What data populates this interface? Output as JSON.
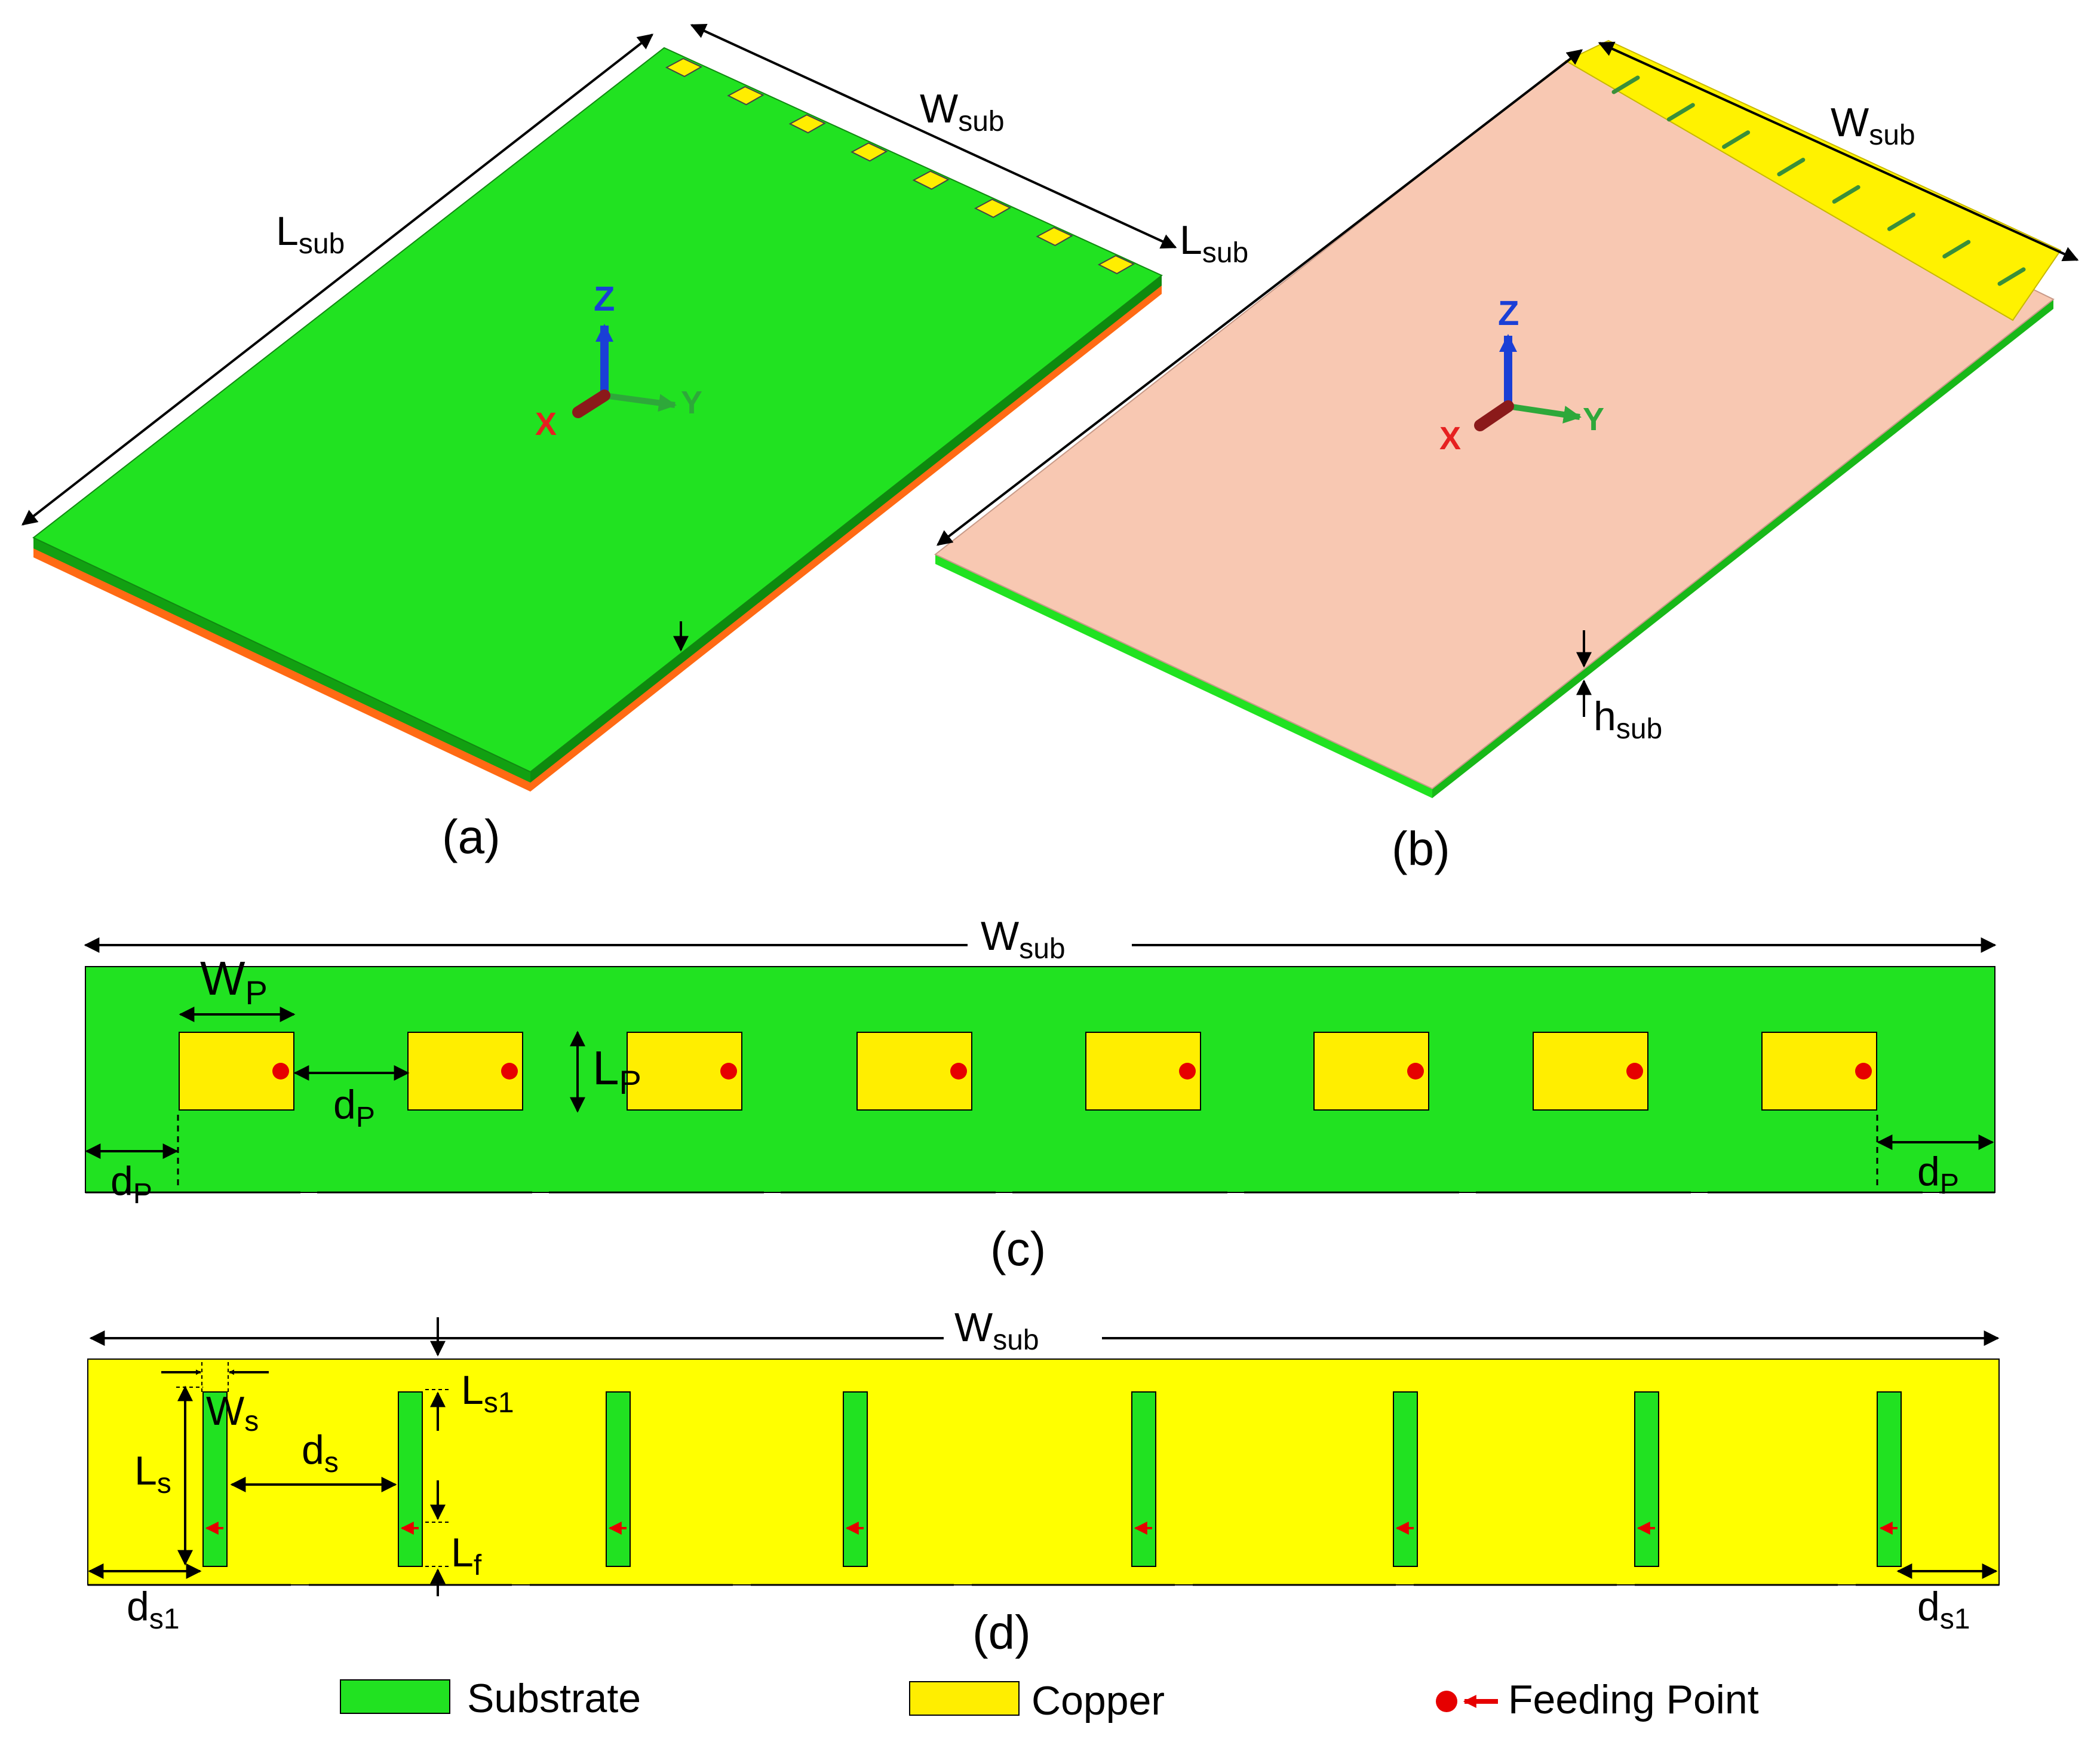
{
  "panel_a": {
    "caption": "(a)",
    "dim_length": {
      "main": "L",
      "sub": "sub"
    },
    "dim_width": {
      "main": "W",
      "sub": "sub"
    },
    "dim_length_2": {
      "main": "L",
      "sub": "sub"
    },
    "axes": {
      "z": "Z",
      "y": "Y",
      "x": "X"
    },
    "patch_count": 8,
    "colors": {
      "top": "#21e221",
      "side": "#12a012",
      "copper_edge": "#ff6a14",
      "patch": "#ffee00"
    }
  },
  "panel_b": {
    "caption": "(b)",
    "dim_width": {
      "main": "W",
      "sub": "sub"
    },
    "dim_height": {
      "main": "h",
      "sub": "sub"
    },
    "axes": {
      "z": "Z",
      "y": "Y",
      "x": "X"
    },
    "slot_count": 8,
    "colors": {
      "top": "#f8c8b2",
      "strip": "#fff200",
      "edge": "#21e221"
    }
  },
  "panel_c": {
    "caption": "(c)",
    "dim_width": {
      "main": "W",
      "sub": "sub"
    },
    "dim_patch_width": {
      "main": "W",
      "sub": "P"
    },
    "dim_patch_length": {
      "main": "L",
      "sub": "P"
    },
    "dim_spacing": {
      "main": "d",
      "sub": "P"
    },
    "dim_edge_left": {
      "main": "d",
      "sub": "P"
    },
    "dim_edge_right": {
      "main": "d",
      "sub": "P"
    },
    "patch_count": 8,
    "colors": {
      "substrate": "#21e221",
      "patch": "#ffee00",
      "feed": "#e60000"
    }
  },
  "panel_d": {
    "caption": "(d)",
    "dim_width": {
      "main": "W",
      "sub": "sub"
    },
    "dim_slot_width": {
      "main": "W",
      "sub": "s"
    },
    "dim_slot_length": {
      "main": "L",
      "sub": "s"
    },
    "dim_top_gap": {
      "main": "L",
      "sub": "s1"
    },
    "dim_feed": {
      "main": "L",
      "sub": "f"
    },
    "dim_spacing": {
      "main": "d",
      "sub": "s"
    },
    "dim_edge_left": {
      "main": "d",
      "sub": "s1"
    },
    "dim_edge_right": {
      "main": "d",
      "sub": "s1"
    },
    "slot_count": 8,
    "colors": {
      "ground": "#ffff00",
      "slot": "#21e221",
      "feed": "#e60000"
    }
  },
  "legend": {
    "items": [
      {
        "label": "Substrate",
        "color": "#21e221"
      },
      {
        "label": "Copper",
        "color": "#ffee00"
      },
      {
        "label": "Feeding Point",
        "color": "#e60000"
      }
    ]
  }
}
